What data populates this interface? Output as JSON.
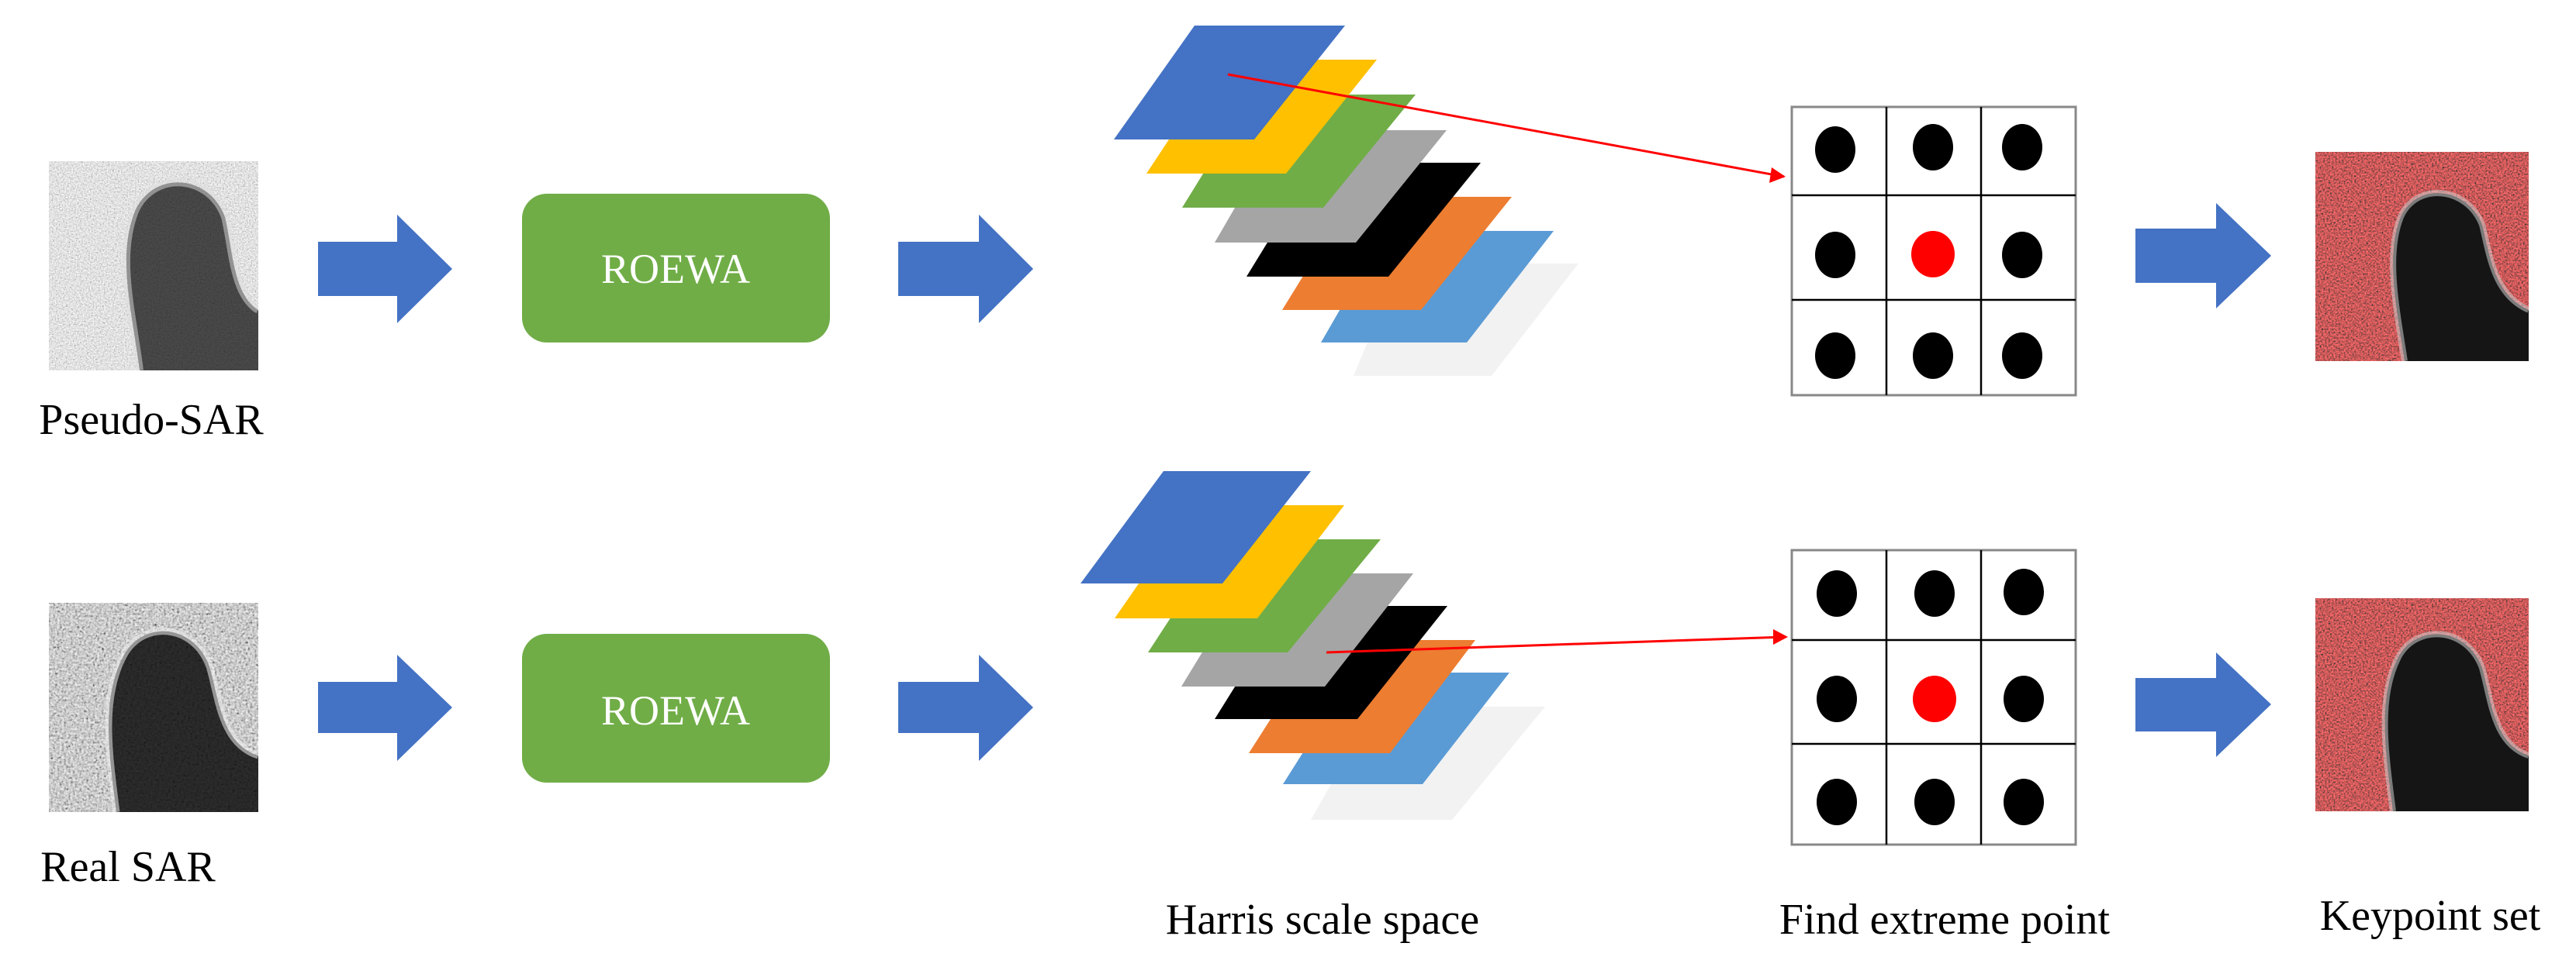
{
  "rows": [
    {
      "input_label": "Pseudo-SAR",
      "process_label": "ROEWA"
    },
    {
      "input_label": "Real SAR",
      "process_label": "ROEWA"
    }
  ],
  "column_labels": {
    "scale_space": "Harris scale space",
    "extreme": "Find extreme point",
    "keypoints": "Keypoint set"
  },
  "colors": {
    "arrow": "#4472c4",
    "box": "#70ad47",
    "layers": [
      "#4472c4",
      "#ffc000",
      "#70ad47",
      "#a5a5a5",
      "#000000",
      "#ed7d31",
      "#5b9bd5",
      "#f2f2f2"
    ],
    "extreme_dot": "#ff0000",
    "pointer_line": "#ff0000"
  }
}
